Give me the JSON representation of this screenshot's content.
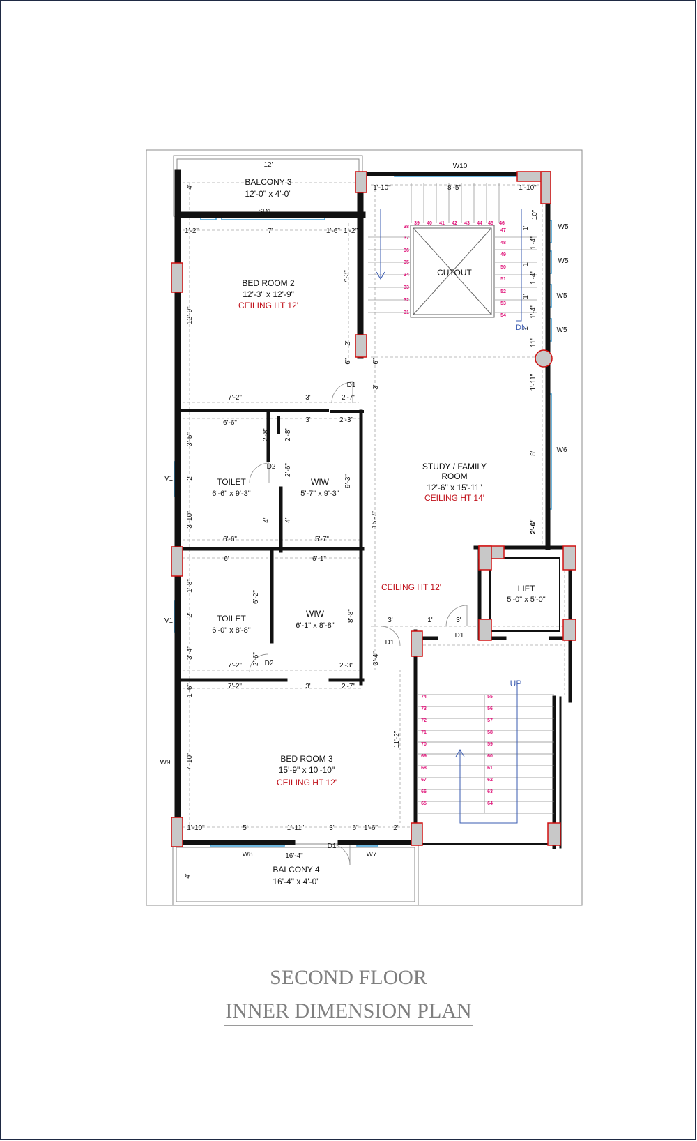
{
  "title": {
    "line1": "SECOND FLOOR",
    "line2": "INNER DIMENSION PLAN"
  },
  "colors": {
    "wall": "#111111",
    "column_fill": "#c8c8c8",
    "column_edge": "#d01010",
    "window": "#4aa3d6",
    "step_number": "#e0167a",
    "ceiling_text": "#c0101a",
    "arrow": "#3a5bb0",
    "dim_line": "#9a9a9a"
  },
  "rooms": [
    {
      "id": "balcony3",
      "name": "BALCONY 3",
      "size": "12'-0\" x 4'-0\""
    },
    {
      "id": "bed2",
      "name": "BED ROOM 2",
      "size": "12'-3\" x 12'-9\"",
      "ceiling": "CEILING  HT 12'"
    },
    {
      "id": "cutout",
      "name": "CUTOUT"
    },
    {
      "id": "study",
      "name": "STUDY / FAMILY",
      "name2": "ROOM",
      "size": "12'-6\" x 15'-11\"",
      "ceiling": "CEILING  HT 14'"
    },
    {
      "id": "toilet1",
      "name": "TOILET",
      "size": "6'-6\" x 9'-3\""
    },
    {
      "id": "wiw1",
      "name": "WIW",
      "size": "5'-7\" x 9'-3\""
    },
    {
      "id": "toilet2",
      "name": "TOILET",
      "size": "6'-0\" x 8'-8\""
    },
    {
      "id": "wiw2",
      "name": "WIW",
      "size": "6'-1\" x 8'-8\""
    },
    {
      "id": "lift",
      "name": "LIFT",
      "size": "5'-0\" x 5'-0\""
    },
    {
      "id": "bed3",
      "name": "BED ROOM 3",
      "size": "15'-9\" x 10'-10\"",
      "ceiling": "CEILING  HT 12'"
    },
    {
      "id": "balcony4",
      "name": "BALCONY 4",
      "size": "16'-4\" x 4'-0\""
    },
    {
      "id": "lobby",
      "ceiling": "CEILING  HT 12'"
    }
  ],
  "openings": [
    {
      "label": "W10"
    },
    {
      "label": "W5"
    },
    {
      "label": "W5"
    },
    {
      "label": "W5"
    },
    {
      "label": "W5"
    },
    {
      "label": "W6"
    },
    {
      "label": "SD1"
    },
    {
      "label": "V1"
    },
    {
      "label": "V1"
    },
    {
      "label": "W9"
    },
    {
      "label": "W8"
    },
    {
      "label": "W7"
    },
    {
      "label": "D1"
    },
    {
      "label": "D1"
    },
    {
      "label": "D1"
    },
    {
      "label": "D1"
    },
    {
      "label": "D2"
    },
    {
      "label": "D2"
    }
  ],
  "stair_labels": {
    "down": "DN",
    "up": "UP"
  },
  "steps_upper_top": [
    "39",
    "40",
    "41",
    "42",
    "43",
    "44",
    "45",
    "46"
  ],
  "steps_upper_left": [
    "38",
    "37",
    "36",
    "35",
    "34",
    "33",
    "32",
    "31"
  ],
  "steps_upper_right": [
    "47",
    "48",
    "49",
    "50",
    "51",
    "52",
    "53",
    "54"
  ],
  "steps_lower_left": [
    "74",
    "73",
    "72",
    "71",
    "70",
    "69",
    "68",
    "67",
    "66",
    "65"
  ],
  "steps_lower_right": [
    "55",
    "56",
    "57",
    "58",
    "59",
    "60",
    "61",
    "62",
    "63",
    "64"
  ],
  "dimensions": [
    "12'",
    "4'",
    "1'-10\"",
    "8'-5\"",
    "1'-10\"",
    "10\"",
    "1'-2\"",
    "7'",
    "1'-6\"",
    "1'-2\"",
    "7'-3\"",
    "12'-9\"",
    "1'",
    "1'-4\"",
    "1'",
    "1'-4\"",
    "1'",
    "1'-4\"",
    "1'",
    "11\"",
    "2'",
    "6\"",
    "6\"",
    "1'-11\"",
    "3'",
    "7'-2\"",
    "3'",
    "2'-7\"",
    "8'",
    "2'-6\"",
    "6'-6\"",
    "2'-8\"",
    "2'-8\"",
    "3'",
    "2'-3\"",
    "3'-5\"",
    "2'",
    "2'-6\"",
    "9'-3\"",
    "15'-7\"",
    "3'-10\"",
    "4'",
    "4'",
    "6'-6\"",
    "5'-7\"",
    "6'",
    "6'-1\"",
    "1'-8\"",
    "6'-2\"",
    "8'-8\"",
    "2'",
    "3'-4\"",
    "2'-6\"",
    "3'",
    "1'",
    "3'",
    "3'-4\"",
    "7'-2\"",
    "2'-3\"",
    "1'-6\"",
    "7'-2\"",
    "3'",
    "2'-7\"",
    "11'-2\"",
    "7'-10\"",
    "1'-10\"",
    "5'",
    "1'-11\"",
    "3'",
    "6\"",
    "1'-6\"",
    "2'",
    "16'-4\"",
    "4'"
  ]
}
